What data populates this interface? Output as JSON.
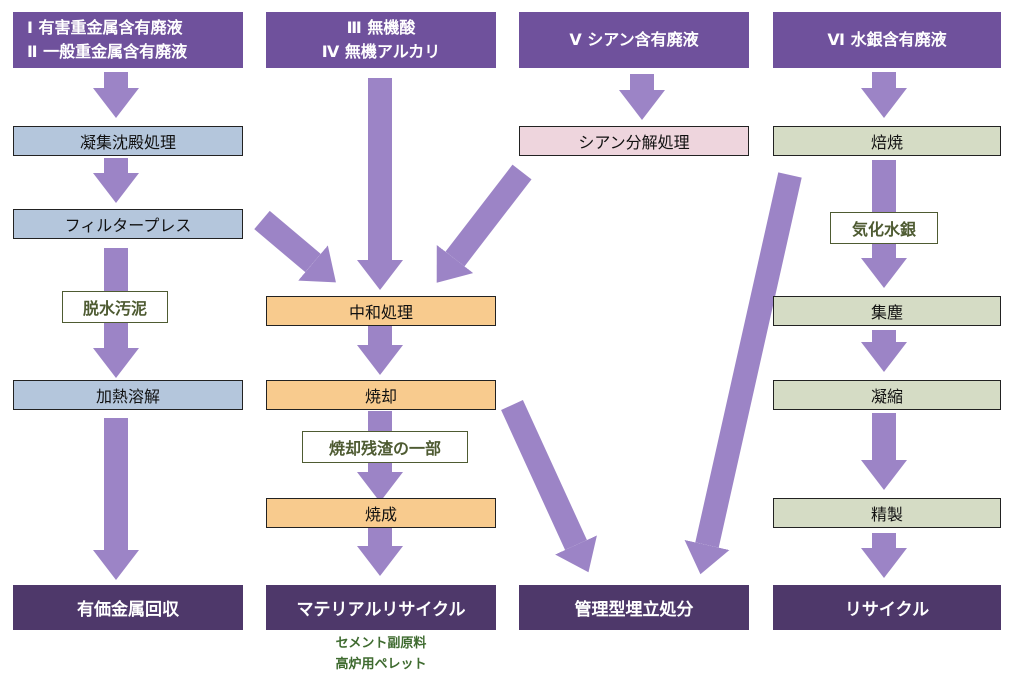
{
  "headers": {
    "col1_line1": "Ⅰ 有害重金属含有廃液",
    "col1_line2": "Ⅱ 一般重金属含有廃液",
    "col2_line1": "Ⅲ 無機酸",
    "col2_line2": "Ⅳ 無機アルカリ",
    "col3": "Ⅴ シアン含有廃液",
    "col4": "Ⅵ 水銀含有廃液"
  },
  "col1": {
    "coagulation": "凝集沈殿処理",
    "filter_press": "フィルタープレス",
    "dewatered_sludge": "脱水汚泥",
    "heat_dissolve": "加熱溶解",
    "output": "有価金属回収"
  },
  "col2": {
    "neutralize": "中和処理",
    "incinerate": "焼却",
    "ash_part": "焼却残渣の一部",
    "calcine": "焼成",
    "output": "マテリアルリサイクル",
    "note_line1": "セメント副原料",
    "note_line2": "高炉用ペレット"
  },
  "col3": {
    "cyanide_decomp": "シアン分解処理",
    "output": "管理型埋立処分"
  },
  "col4": {
    "roast": "焙焼",
    "vapor_mercury": "気化水銀",
    "dust_collect": "集塵",
    "condense": "凝縮",
    "refine": "精製",
    "output": "リサイクル"
  },
  "colors": {
    "header": "#6f519c",
    "output": "#4e386a",
    "arrow": "#9c84c6",
    "blue": "#b4c6dc",
    "orange": "#f8cb8e",
    "pink": "#eed5dd",
    "green": "#d5dcc5"
  }
}
